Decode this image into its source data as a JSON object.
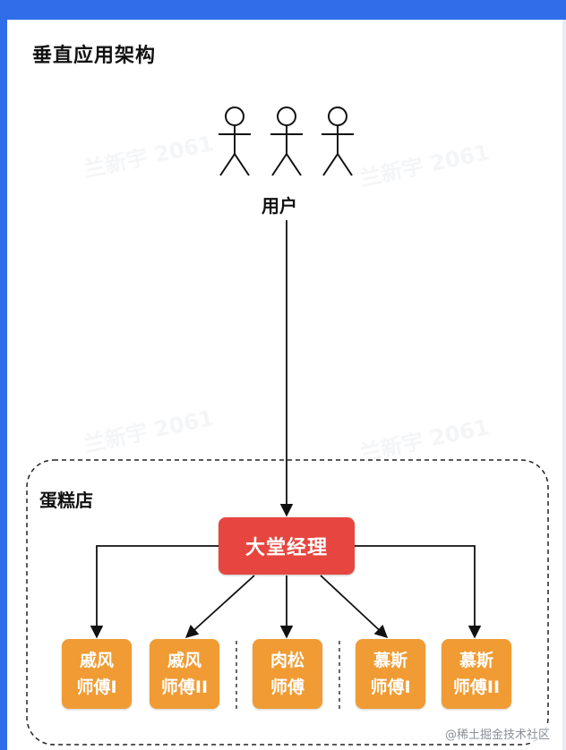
{
  "title": "垂直应用架构",
  "users_label": "用户",
  "store_label": "蛋糕店",
  "manager_label": "大堂经理",
  "chefs": [
    {
      "line1": "戚风",
      "line2": "师傅I"
    },
    {
      "line1": "戚风",
      "line2": "师傅II"
    },
    {
      "line1": "肉松",
      "line2": "师傅"
    },
    {
      "line1": "慕斯",
      "line2": "师傅I"
    },
    {
      "line1": "慕斯",
      "line2": "师傅II"
    }
  ],
  "watermark": "兰新宇 2061",
  "footer": "@稀土掘金技术社区",
  "colors": {
    "frame": "#2f6ee8",
    "manager": "#e6463f",
    "chef": "#f09b33"
  }
}
